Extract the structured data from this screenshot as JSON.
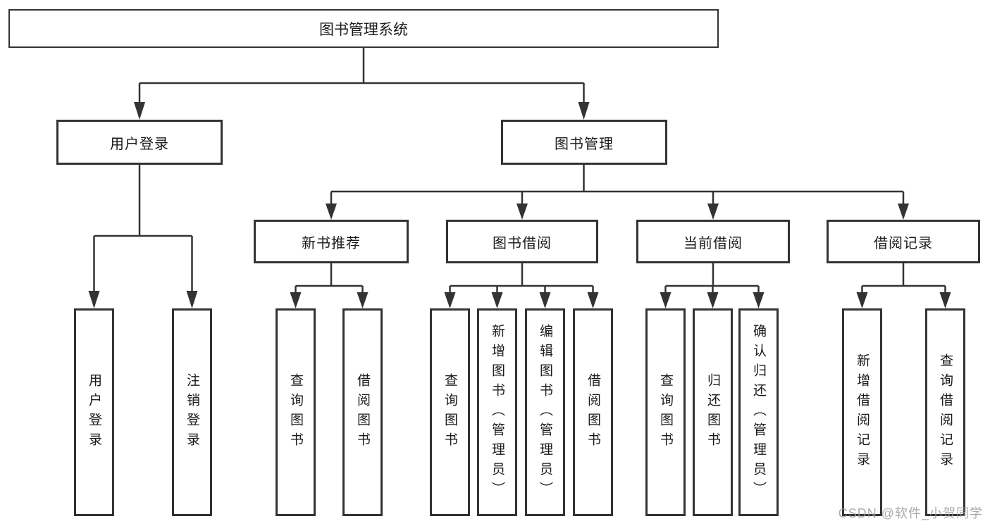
{
  "diagram": {
    "root": {
      "label": "图书管理系统"
    },
    "level2": [
      {
        "label": "用户登录"
      },
      {
        "label": "图书管理"
      }
    ],
    "level3": [
      {
        "label": "新书推荐"
      },
      {
        "label": "图书借阅"
      },
      {
        "label": "当前借阅"
      },
      {
        "label": "借阅记录"
      }
    ],
    "leaves": [
      {
        "label": "用户登录"
      },
      {
        "label": "注销登录"
      },
      {
        "label": "查询图书"
      },
      {
        "label": "借阅图书"
      },
      {
        "label": "查询图书"
      },
      {
        "label": "新增图书（管理员）"
      },
      {
        "label": "编辑图书（管理员）"
      },
      {
        "label": "借阅图书"
      },
      {
        "label": "查询图书"
      },
      {
        "label": "归还图书"
      },
      {
        "label": "确认归还（管理员）"
      },
      {
        "label": "新增借阅记录"
      },
      {
        "label": "查询借阅记录"
      }
    ],
    "colors": {
      "line": "#333333",
      "border": "#333333",
      "text": "#1a1a1a",
      "background": "#ffffff",
      "watermark": "#9b9b9b"
    },
    "watermark": "CSDN @软件_小贺同学"
  }
}
